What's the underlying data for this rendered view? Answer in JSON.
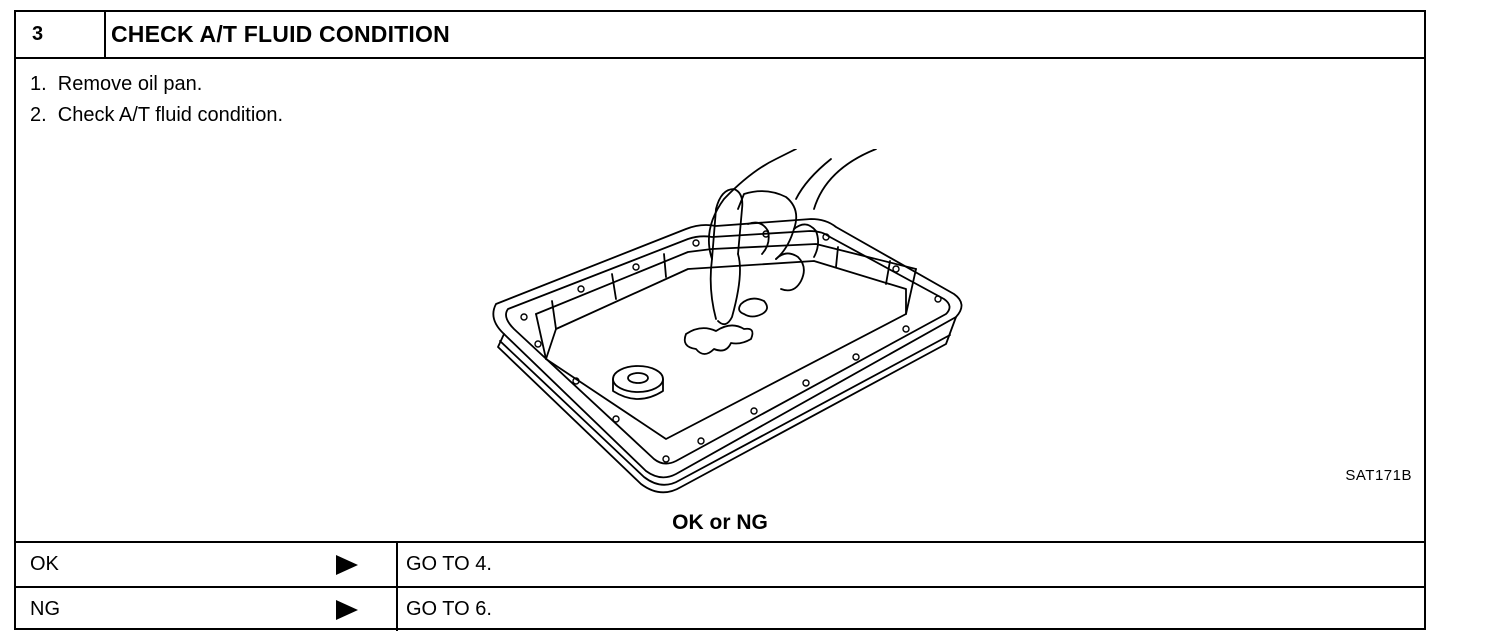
{
  "step": {
    "number": "3",
    "title": "CHECK A/T FLUID CONDITION"
  },
  "instructions": [
    "1.  Remove oil pan.",
    "2.  Check A/T fluid condition."
  ],
  "figure": {
    "code": "SAT171B"
  },
  "question": "OK or NG",
  "results": [
    {
      "condition": "OK",
      "action": "GO TO 4."
    },
    {
      "condition": "NG",
      "action": "GO TO 6."
    }
  ]
}
